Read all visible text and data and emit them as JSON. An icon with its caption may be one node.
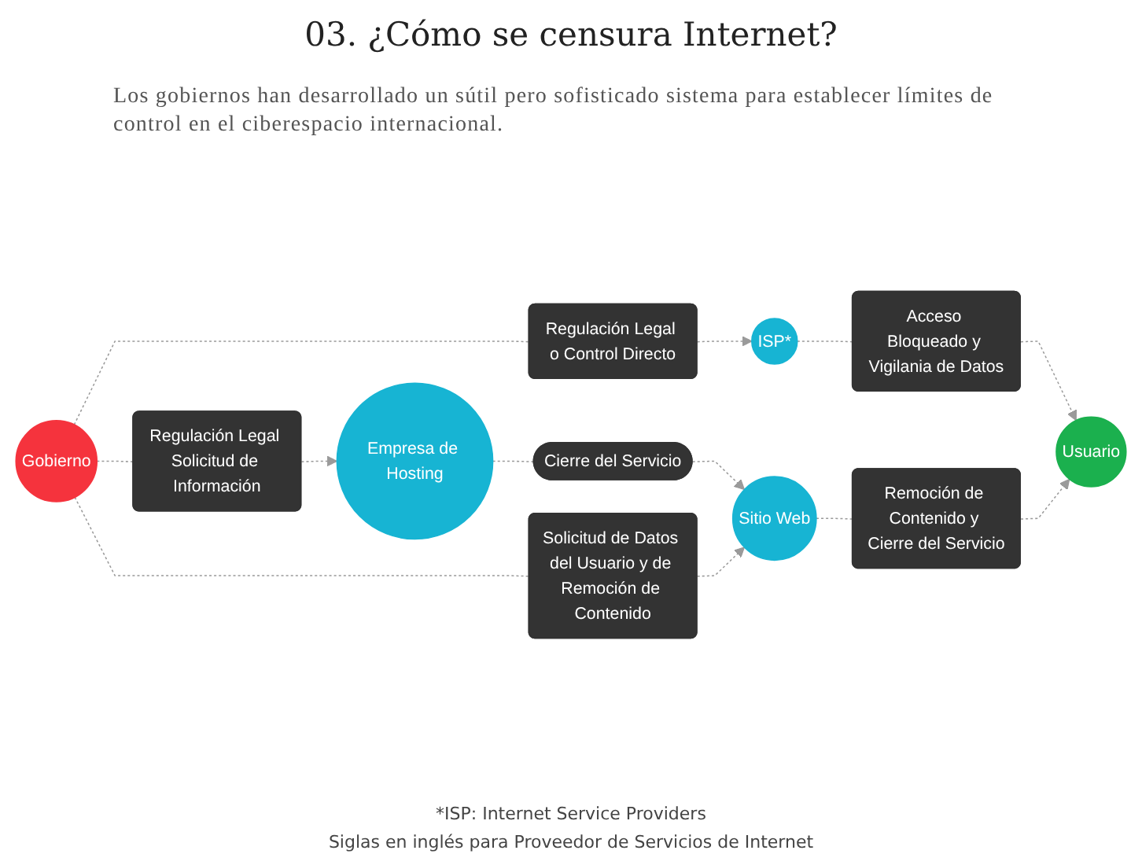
{
  "diagram": {
    "title": "03. ¿Cómo se censura Internet?",
    "nodes": [
      {
        "text": [
          "Gobierno"
        ]
      },
      {
        "text": [
          "Regulación Legal o Control Directo"
        ]
      },
      {
        "text": [
          "ISP*"
        ]
      },
      {
        "text": [
          "Acceso Bloqueado y Vigilania de Datos"
        ]
      },
      {
        "text": [
          "Regulación Legal Solicitud de Información"
        ]
      },
      {
        "text": [
          "Empresa de Hosting"
        ]
      },
      {
        "text": [
          "Cierre del Servicio"
        ]
      },
      {
        "text": [
          "Solicitud de Datos del Usuario y de Remoción de Contenido"
        ]
      },
      {
        "text": [
          "Sitio Web"
        ]
      },
      {
        "text": [
          "Remoción de Contenido y Cierre del Servicio"
        ]
      },
      {
        "text": [
          "Usuario"
        ]
      }
    ],
    "edges": [
      {
        "from": 0,
        "to": 1,
        "arrow": "none",
        "style": "dashed"
      },
      {
        "from": 1,
        "to": 2,
        "arrow": "to",
        "style": "dashed"
      },
      {
        "from": 2,
        "to": 3,
        "arrow": "none",
        "style": "dashed"
      },
      {
        "from": 3,
        "to": 10,
        "arrow": "to",
        "style": "dashed"
      },
      {
        "from": 0,
        "to": 4,
        "arrow": "none",
        "style": "dashed"
      },
      {
        "from": 4,
        "to": 5,
        "arrow": "to",
        "style": "dashed"
      },
      {
        "from": 5,
        "to": 6,
        "arrow": "none",
        "style": "dashed"
      },
      {
        "from": 6,
        "to": 8,
        "arrow": "to",
        "style": "dashed"
      },
      {
        "from": 0,
        "to": 7,
        "arrow": "none",
        "style": "dashed"
      },
      {
        "from": 7,
        "to": 8,
        "arrow": "to",
        "style": "dashed"
      },
      {
        "from": 8,
        "to": 9,
        "arrow": "none",
        "style": "dashed"
      },
      {
        "from": 9,
        "to": 10,
        "arrow": "to",
        "style": "dashed"
      }
    ],
    "labels": [
      "Los gobiernos han desarrollado un sútil pero sofisticado sistema para establecer límites de control en el ciberespacio internacional.",
      "*ISP: Internet Service Providers",
      "Siglas en inglés para Proveedor de Servicios de Internet"
    ]
  }
}
